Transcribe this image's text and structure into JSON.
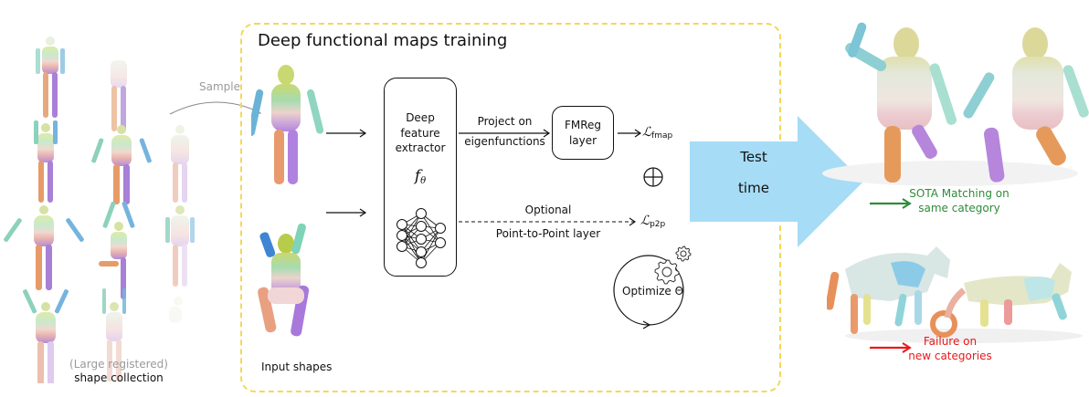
{
  "diagram": {
    "training_title": "Deep functional maps training",
    "shape_collection": {
      "label_line1": "(Large registered)",
      "label_line2": "shape collection"
    },
    "sample_arrow_label": "Sample",
    "input_shapes_label": "Input shapes",
    "feature_extractor": {
      "line1": "Deep",
      "line2": "feature",
      "line3": "extractor",
      "symbol": "f",
      "symbol_subscript": "θ"
    },
    "projection_label": {
      "line1": "Project on",
      "line2": "eigenfunctions"
    },
    "fmreg_layer": {
      "line1": "FMReg",
      "line2": "layer"
    },
    "loss_fmap": {
      "symbol": "ℒ",
      "subscript": "fmap"
    },
    "loss_p2p": {
      "symbol": "ℒ",
      "subscript": "p2p"
    },
    "combine_symbol": "⊕",
    "optional_branch": {
      "line1": "Optional",
      "line2": "Point-to-Point layer"
    },
    "optimize_label": "Optimize Θ",
    "test_time_arrow": {
      "line1": "Test",
      "line2": "time",
      "color": "#a6dcf5"
    },
    "success_result": {
      "line1": "SOTA Matching on",
      "line2": "same category",
      "color": "#2e8b3a"
    },
    "failure_result": {
      "line1": "Failure on",
      "line2": "new categories",
      "color": "#e8191c"
    },
    "frame_color": "#f5d75a",
    "icons": [
      "gear-icon",
      "neural-network-icon",
      "cycle-arrow-icon",
      "plus-circle-icon"
    ]
  }
}
